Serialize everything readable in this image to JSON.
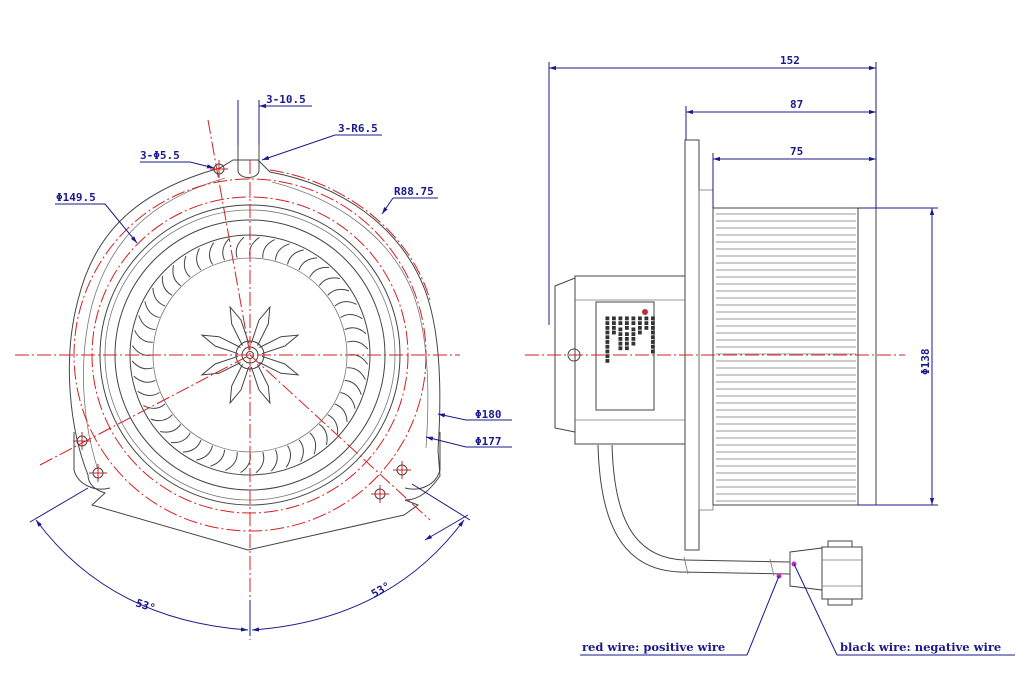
{
  "front_view": {
    "dim_slot_width": "3-10.5",
    "dim_slot_radius": "3-R6.5",
    "dim_hole_dia": "3-Φ5.5",
    "dim_inner_dia": "Φ149.5",
    "dim_outer_radius": "R88.75",
    "dim_dia_180": "Φ180",
    "dim_dia_177": "Φ177",
    "angle_left": "53°",
    "angle_right": "53°"
  },
  "side_view": {
    "dim_total_length": "152",
    "dim_length_87": "87",
    "dim_length_75": "75",
    "dim_wheel_dia": "Φ138",
    "label_lines": [
      "■■■■■■■■■■",
      "■■■■",
      "■■ ■■■■■",
      "■■■ ■■■■",
      "■■ ■■■■",
      "■■■■",
      "■■■",
      "■■■■■■■■"
    ]
  },
  "wire_notes": {
    "red_wire": "red wire: positive wire",
    "black_wire": "black wire: negative wire"
  },
  "colors": {
    "dimension": "#1a1a8c",
    "centerline": "#d42020",
    "outline": "#444444",
    "wire_dot": "#d020d0"
  }
}
